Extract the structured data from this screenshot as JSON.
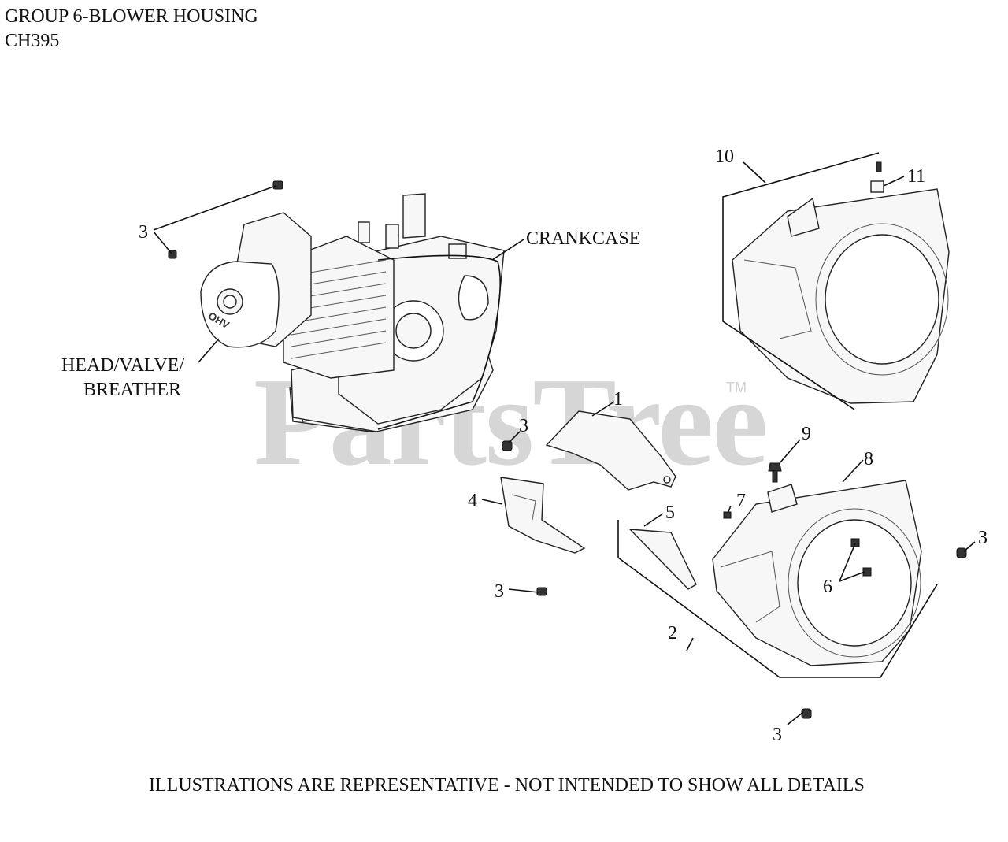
{
  "header": {
    "group_title": "GROUP 6-BLOWER HOUSING",
    "model": "CH395"
  },
  "footer": {
    "note": "ILLUSTRATIONS ARE REPRESENTATIVE - NOT INTENDED TO SHOW ALL DETAILS"
  },
  "watermark": {
    "text": "PartsTree",
    "trademark": "TM"
  },
  "labels": {
    "crankcase": "CRANKCASE",
    "head_valve_breather_line1": "HEAD/VALVE/",
    "head_valve_breather_line2": "BREATHER"
  },
  "callouts": {
    "c1": "1",
    "c2": "2",
    "c3a": "3",
    "c3b": "3",
    "c3c": "3",
    "c3d": "3",
    "c3e": "3",
    "c4": "4",
    "c5": "5",
    "c6": "6",
    "c7": "7",
    "c8": "8",
    "c9": "9",
    "c10": "10",
    "c11": "11"
  }
}
